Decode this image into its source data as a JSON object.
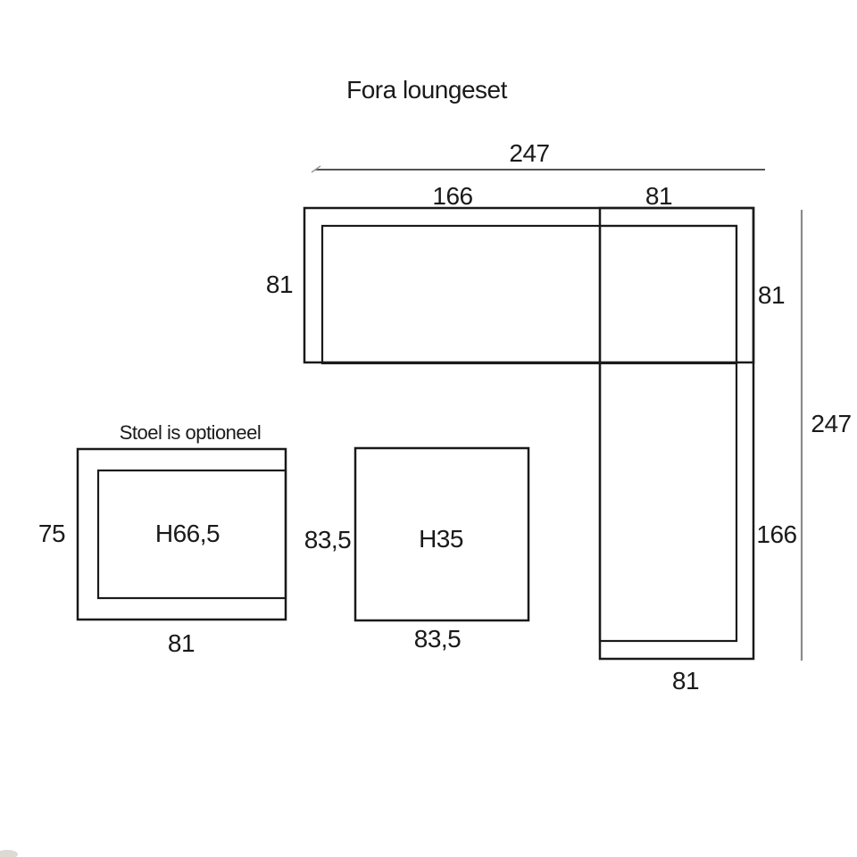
{
  "title": "Fora loungeset",
  "sofa": {
    "dim_total_width": "247",
    "dim_left_section_width": "166",
    "dim_corner_width": "81",
    "dim_left_depth": "81",
    "dim_corner_depth": "81",
    "dim_total_length": "247",
    "dim_right_section_length": "166",
    "dim_bottom_width": "81"
  },
  "chair": {
    "note": "Stoel is optioneel",
    "height_label": "H66,5",
    "dim_depth": "75",
    "dim_width": "81"
  },
  "table": {
    "height_label": "H35",
    "dim_depth": "83,5",
    "dim_width": "83,5"
  },
  "colors": {
    "outline": "#1a1a1a",
    "dim_line_dark": "#3c3c3c",
    "dim_line_gray": "#8a8a8a",
    "text": "#1a1a1a",
    "background": "#ffffff"
  }
}
